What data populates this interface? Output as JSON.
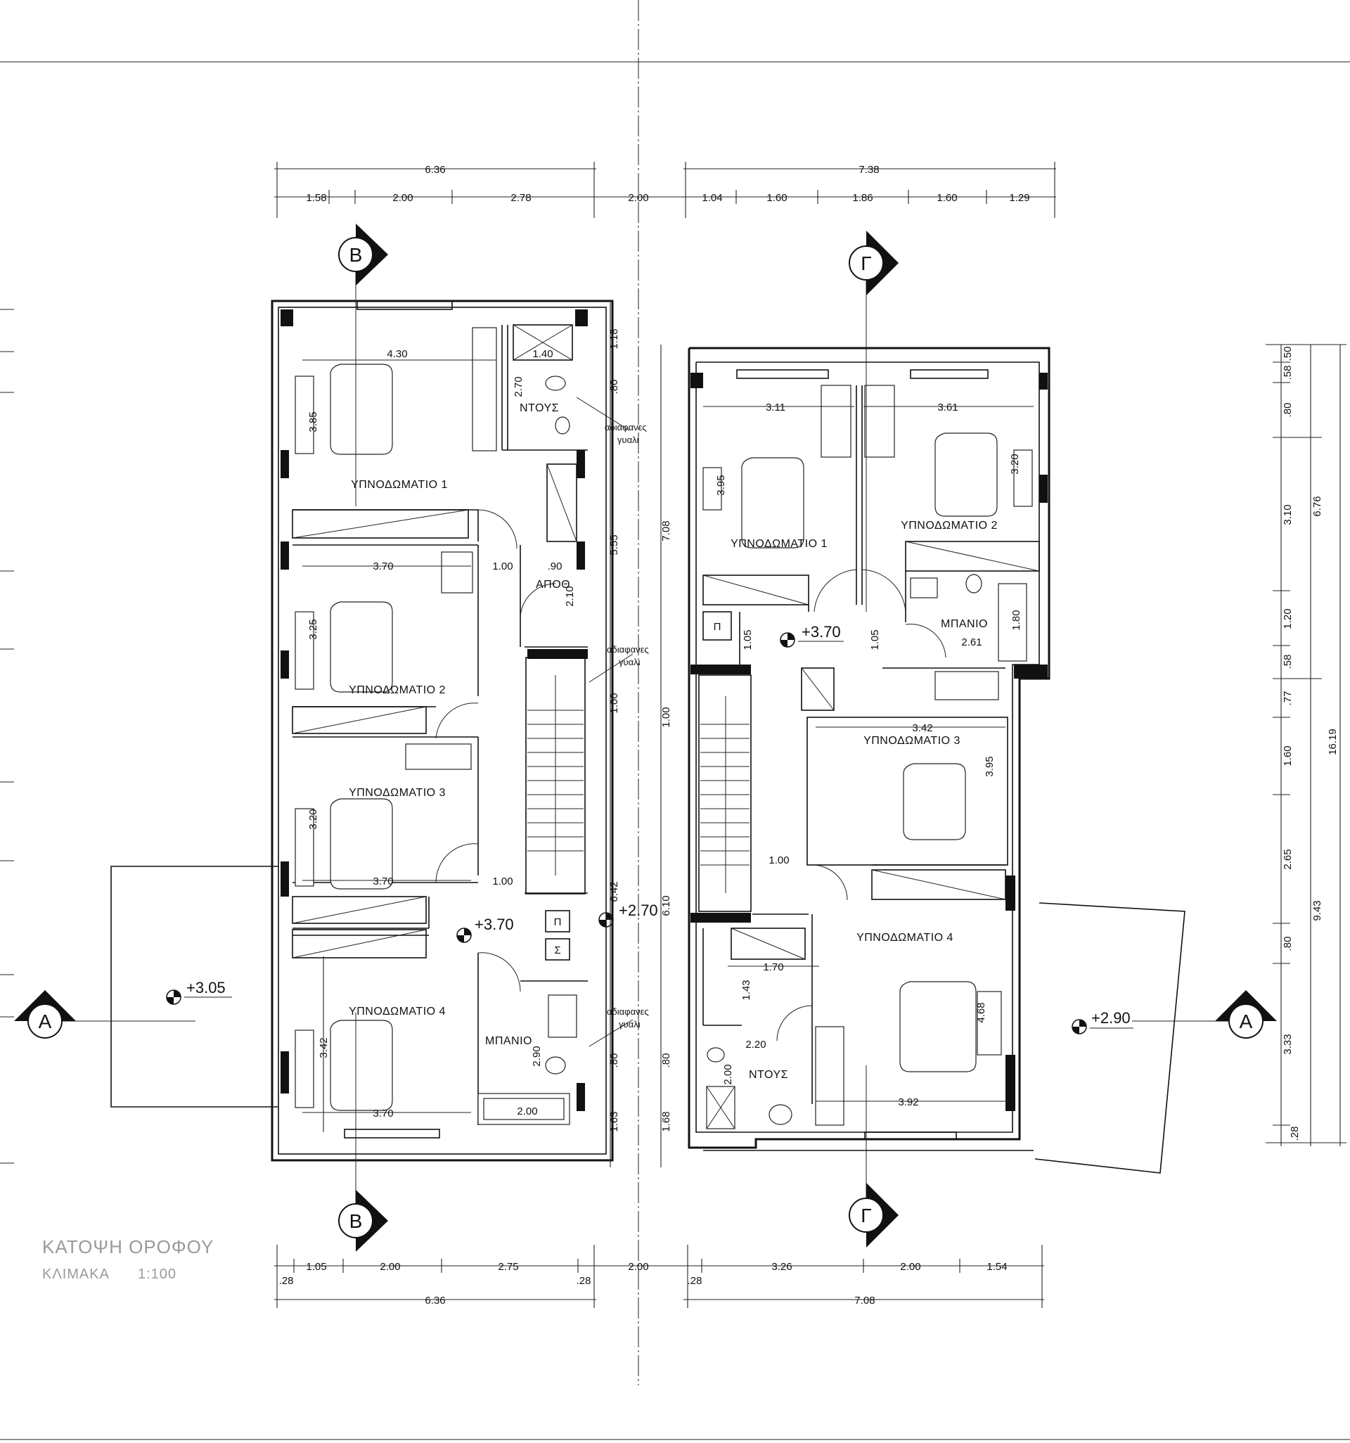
{
  "title": {
    "main": "ΚΑΤΟΨΗ ΟΡΟΦΟΥ",
    "scale_label": "ΚΛΙΜΑΚΑ",
    "scale_value": "1:100"
  },
  "sections": {
    "a": "A",
    "b": "B",
    "g": "Γ"
  },
  "left_unit": {
    "rooms": {
      "bed1": "ΥΠΝΟΔΩΜΑΤΙΟ 1",
      "bed2": "ΥΠΝΟΔΩΜΑΤΙΟ 2",
      "bed3": "ΥΠΝΟΔΩΜΑΤΙΟ 3",
      "bed4": "ΥΠΝΟΔΩΜΑΤΙΟ 4",
      "shower": "ΝΤΟΥΣ",
      "storage": "ΑΠΟΘ",
      "bath": "ΜΠΑΝΙΟ"
    },
    "levels": {
      "hall": "+3.70",
      "terrace": "+3.05",
      "stair": "+2.70"
    },
    "notes": {
      "glass1a": "αδιαφανες",
      "glass1b": "γυαλι",
      "glass2a": "αδιαφανες",
      "glass2b": "γυαλι",
      "glass3a": "αδιαφανες",
      "glass3b": "γυαλι"
    },
    "symbols": {
      "p": "Π",
      "s": "Σ"
    },
    "dims": {
      "top_total": "6.36",
      "top": [
        "1.58",
        "2.00",
        "2.78"
      ],
      "gap": "2.00",
      "bottom": [
        "1.05",
        "2.00",
        "2.75"
      ],
      "bottom_small_a": ".28",
      "bottom_small_b": ".28",
      "bottom_total": "6.36",
      "bed1_w": "4.30",
      "bed1_h": "3.85",
      "shower_w": "1.40",
      "shower_h": "2.70",
      "bed2_w": "3.70",
      "bed2_h": "3.25",
      "door1": "1.00",
      "stor_w": ".90",
      "stor_h": "2.10",
      "bed3_w": "3.70",
      "bed3_h": "3.20",
      "door2": "1.00",
      "bed4_w": "3.70",
      "bed4_h": "3.42",
      "bath_w": "2.00",
      "bath_h": "2.90",
      "r1": "1.18",
      "r2": ".80",
      "r3": "5.55",
      "r4": "1.00",
      "r5": "6.42",
      "r6": ".80",
      "r7": "1.63"
    }
  },
  "right_unit": {
    "rooms": {
      "bed1": "ΥΠΝΟΔΩΜΑΤΙΟ 1",
      "bed2": "ΥΠΝΟΔΩΜΑΤΙΟ 2",
      "bed3": "ΥΠΝΟΔΩΜΑΤΙΟ 3",
      "bed4": "ΥΠΝΟΔΩΜΑΤΙΟ 4",
      "bath": "ΜΠΑΝΙΟ",
      "shower": "ΝΤΟΥΣ"
    },
    "levels": {
      "hall": "+3.70",
      "terrace": "+2.90"
    },
    "symbols": {
      "p": "Π"
    },
    "dims": {
      "top_total": "7.38",
      "top": [
        "1.04",
        "1.60",
        "1.86",
        "1.60",
        "1.29"
      ],
      "bottom_small": ".28",
      "bottom": [
        "3.26",
        "2.00",
        "1.54"
      ],
      "bottom_total": "7.08",
      "bed1_w": "3.11",
      "bed1_h": "3.95",
      "bed2_w": "3.61",
      "bed2_h": "3.20",
      "bath_w": "2.61",
      "bath_h": "1.80",
      "wc_a": "1.05",
      "wc_b": "1.05",
      "bed3_w": "3.42",
      "bed3_h": "3.95",
      "door": "1.00",
      "sh_w": "1.70",
      "sh_h": "1.43",
      "sh_w2": "2.20",
      "sh_h2": "2.00",
      "bed4_w": "3.92",
      "bed4_h": "4.68",
      "l1": "7.08",
      "l2": "1.00",
      "l3": "6.10",
      "l4": ".80",
      "l5": "1.68"
    },
    "side_dims": {
      "chain": [
        ".50",
        ".58",
        ".80",
        "3.10",
        "1.20",
        ".58",
        ".77",
        "1.60",
        "2.65",
        ".80",
        "3.33",
        ".28"
      ],
      "mid_a": "6.76",
      "mid_b": "9.43",
      "total": "16.19"
    }
  }
}
